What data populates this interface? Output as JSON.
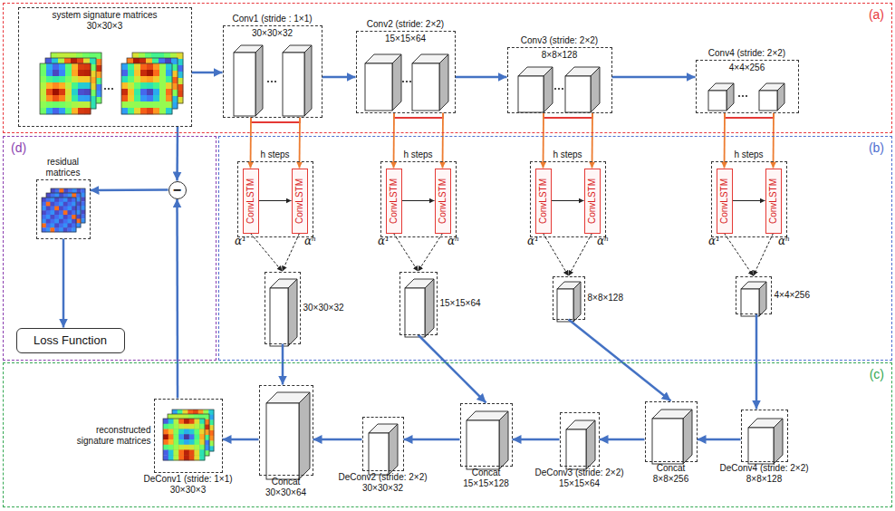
{
  "diagram": {
    "nodes": [
      {
        "text": [
          "(a)"
        ]
      },
      {
        "text": [
          "system signature matrices",
          "30×30×3"
        ],
        "in": 0
      },
      {
        "text": [
          "Conv1 (stride : 1×1)",
          "30×30×32"
        ],
        "in": 0
      },
      {
        "text": [
          "Conv2 (stride: 2×2)",
          "15×15×64"
        ],
        "in": 0
      },
      {
        "text": [
          "Conv3 (stride: 2×2)",
          "8×8×128"
        ],
        "in": 0
      },
      {
        "text": [
          "Conv4 (stride: 2×2)",
          "4×4×256"
        ],
        "in": 0
      },
      {
        "text": [
          "(d)"
        ]
      },
      {
        "text": [
          "residual matrices"
        ],
        "in": 6
      },
      {
        "text": [
          "−"
        ],
        "in": 6
      },
      {
        "text": [
          "Loss Function"
        ],
        "in": 6
      },
      {
        "text": [
          "(b)"
        ]
      },
      {
        "text": [
          "h steps"
        ],
        "in": 10
      },
      {
        "text": [
          "ConvLSTM"
        ],
        "in": 11
      },
      {
        "text": [
          "ConvLSTM"
        ],
        "in": 11
      },
      {
        "text": [
          "h steps"
        ],
        "in": 10
      },
      {
        "text": [
          "ConvLSTM"
        ],
        "in": 14
      },
      {
        "text": [
          "ConvLSTM"
        ],
        "in": 14
      },
      {
        "text": [
          "h steps"
        ],
        "in": 10
      },
      {
        "text": [
          "ConvLSTM"
        ],
        "in": 17
      },
      {
        "text": [
          "ConvLSTM"
        ],
        "in": 17
      },
      {
        "text": [
          "h steps"
        ],
        "in": 10
      },
      {
        "text": [
          "ConvLSTM"
        ],
        "in": 20
      },
      {
        "text": [
          "ConvLSTM"
        ],
        "in": 20
      },
      {
        "text": [
          "30×30×32"
        ],
        "in": 10
      },
      {
        "text": [
          "15×15×64"
        ],
        "in": 10
      },
      {
        "text": [
          "8×8×128"
        ],
        "in": 10
      },
      {
        "text": [
          "4×4×256"
        ],
        "in": 10
      },
      {
        "text": [
          "(c)"
        ]
      },
      {
        "text": [
          "DeConv4 (stride: 2×2)",
          "8×8×128"
        ],
        "in": 27
      },
      {
        "text": [
          "Concat",
          "8×8×256"
        ],
        "in": 27
      },
      {
        "text": [
          "DeConv3 (stride: 2×2)",
          "15×15×64"
        ],
        "in": 27
      },
      {
        "text": [
          "Concat",
          "15×15×128"
        ],
        "in": 27
      },
      {
        "text": [
          "DeConv2 (stride: 2×2)",
          "30×30×32"
        ],
        "in": 27
      },
      {
        "text": [
          "Concat",
          "30×30×64"
        ],
        "in": 27
      },
      {
        "text": [
          "reconstructed signature matrices",
          "DeConv1 (stride: 1×1)",
          "30×30×3"
        ],
        "in": 27
      }
    ],
    "edges": [
      {
        "from": 1,
        "to": 2,
        "arrow": "to"
      },
      {
        "from": 2,
        "to": 3,
        "arrow": "to"
      },
      {
        "from": 3,
        "to": 4,
        "arrow": "to"
      },
      {
        "from": 4,
        "to": 5,
        "arrow": "to"
      },
      {
        "from": 2,
        "to": 12,
        "arrow": "to"
      },
      {
        "from": 2,
        "to": 13,
        "arrow": "to"
      },
      {
        "from": 3,
        "to": 15,
        "arrow": "to"
      },
      {
        "from": 3,
        "to": 16,
        "arrow": "to"
      },
      {
        "from": 4,
        "to": 18,
        "arrow": "to"
      },
      {
        "from": 4,
        "to": 19,
        "arrow": "to"
      },
      {
        "from": 5,
        "to": 21,
        "arrow": "to"
      },
      {
        "from": 5,
        "to": 22,
        "arrow": "to"
      },
      {
        "from": 12,
        "to": 13,
        "arrow": "to"
      },
      {
        "from": 15,
        "to": 16,
        "arrow": "to"
      },
      {
        "from": 18,
        "to": 19,
        "arrow": "to"
      },
      {
        "from": 21,
        "to": 22,
        "arrow": "to"
      },
      {
        "from": 12,
        "to": 23,
        "arrow": "to"
      },
      {
        "from": 13,
        "to": 23,
        "arrow": "to"
      },
      {
        "from": 15,
        "to": 24,
        "arrow": "to"
      },
      {
        "from": 16,
        "to": 24,
        "arrow": "to"
      },
      {
        "from": 18,
        "to": 25,
        "arrow": "to"
      },
      {
        "from": 19,
        "to": 25,
        "arrow": "to"
      },
      {
        "from": 21,
        "to": 26,
        "arrow": "to"
      },
      {
        "from": 22,
        "to": 26,
        "arrow": "to"
      },
      {
        "from": 23,
        "to": 33,
        "arrow": "to"
      },
      {
        "from": 24,
        "to": 31,
        "arrow": "to"
      },
      {
        "from": 25,
        "to": 29,
        "arrow": "to"
      },
      {
        "from": 26,
        "to": 28,
        "arrow": "to"
      },
      {
        "from": 28,
        "to": 29,
        "arrow": "to"
      },
      {
        "from": 29,
        "to": 30,
        "arrow": "to"
      },
      {
        "from": 30,
        "to": 31,
        "arrow": "to"
      },
      {
        "from": 31,
        "to": 32,
        "arrow": "to"
      },
      {
        "from": 32,
        "to": 33,
        "arrow": "to"
      },
      {
        "from": 33,
        "to": 34,
        "arrow": "to"
      },
      {
        "from": 34,
        "to": 8,
        "arrow": "to"
      },
      {
        "from": 1,
        "to": 8,
        "arrow": "to"
      },
      {
        "from": 8,
        "to": 7,
        "arrow": "to"
      },
      {
        "from": 7,
        "to": 9,
        "arrow": "to"
      }
    ],
    "labels": [
      "α¹",
      "αʰ",
      "α¹",
      "αʰ",
      "α¹",
      "αʰ",
      "α¹",
      "αʰ"
    ]
  }
}
